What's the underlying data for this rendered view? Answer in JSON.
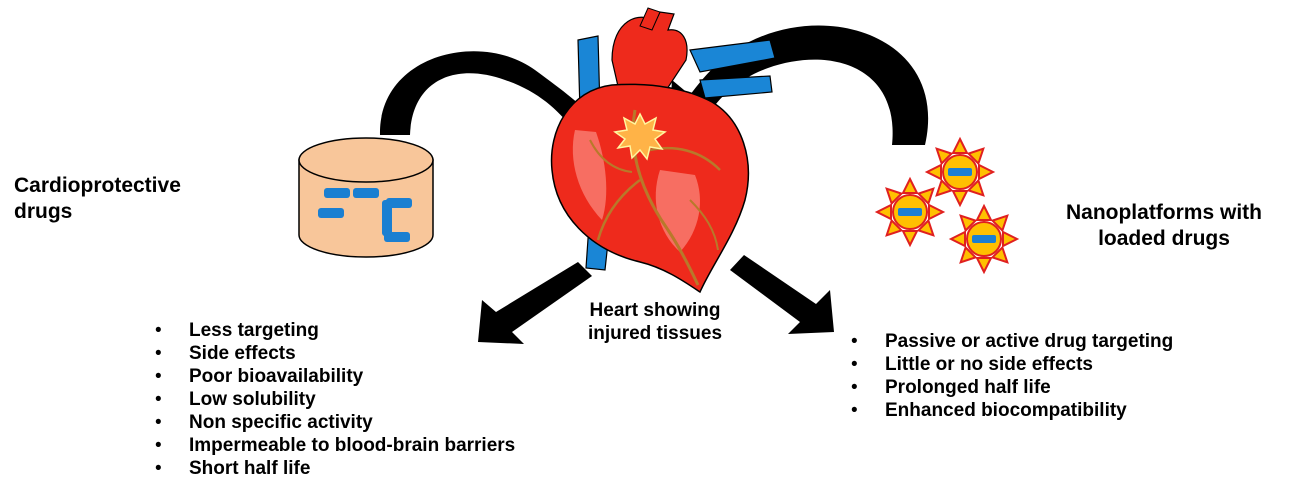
{
  "left_label": {
    "line1": "Cardioprotective",
    "line2": "drugs"
  },
  "right_label": {
    "line1": "Nanoplatforms with",
    "line2": "loaded drugs"
  },
  "center_label": {
    "line1": "Heart showing",
    "line2": "injured tissues"
  },
  "left_list": [
    "Less targeting",
    "Side effects",
    "Poor bioavailability",
    "Low solubility",
    "Non specific activity",
    "Impermeable to blood-brain barriers",
    "Short half life"
  ],
  "right_list": [
    "Passive or active drug targeting",
    "Little  or no side effects",
    "Prolonged half life",
    "Enhanced biocompatibility"
  ],
  "colors": {
    "heart_red": "#ee2a1c",
    "heart_dark": "#b81a12",
    "vessel_blue": "#1a86d6",
    "coronary": "#b8792a",
    "injury": "#ffb347",
    "drug_container": "#f8c69a",
    "drug_pill": "#1b7fd1",
    "nano_core": "#ffc000",
    "nano_spike": "#e02020"
  }
}
